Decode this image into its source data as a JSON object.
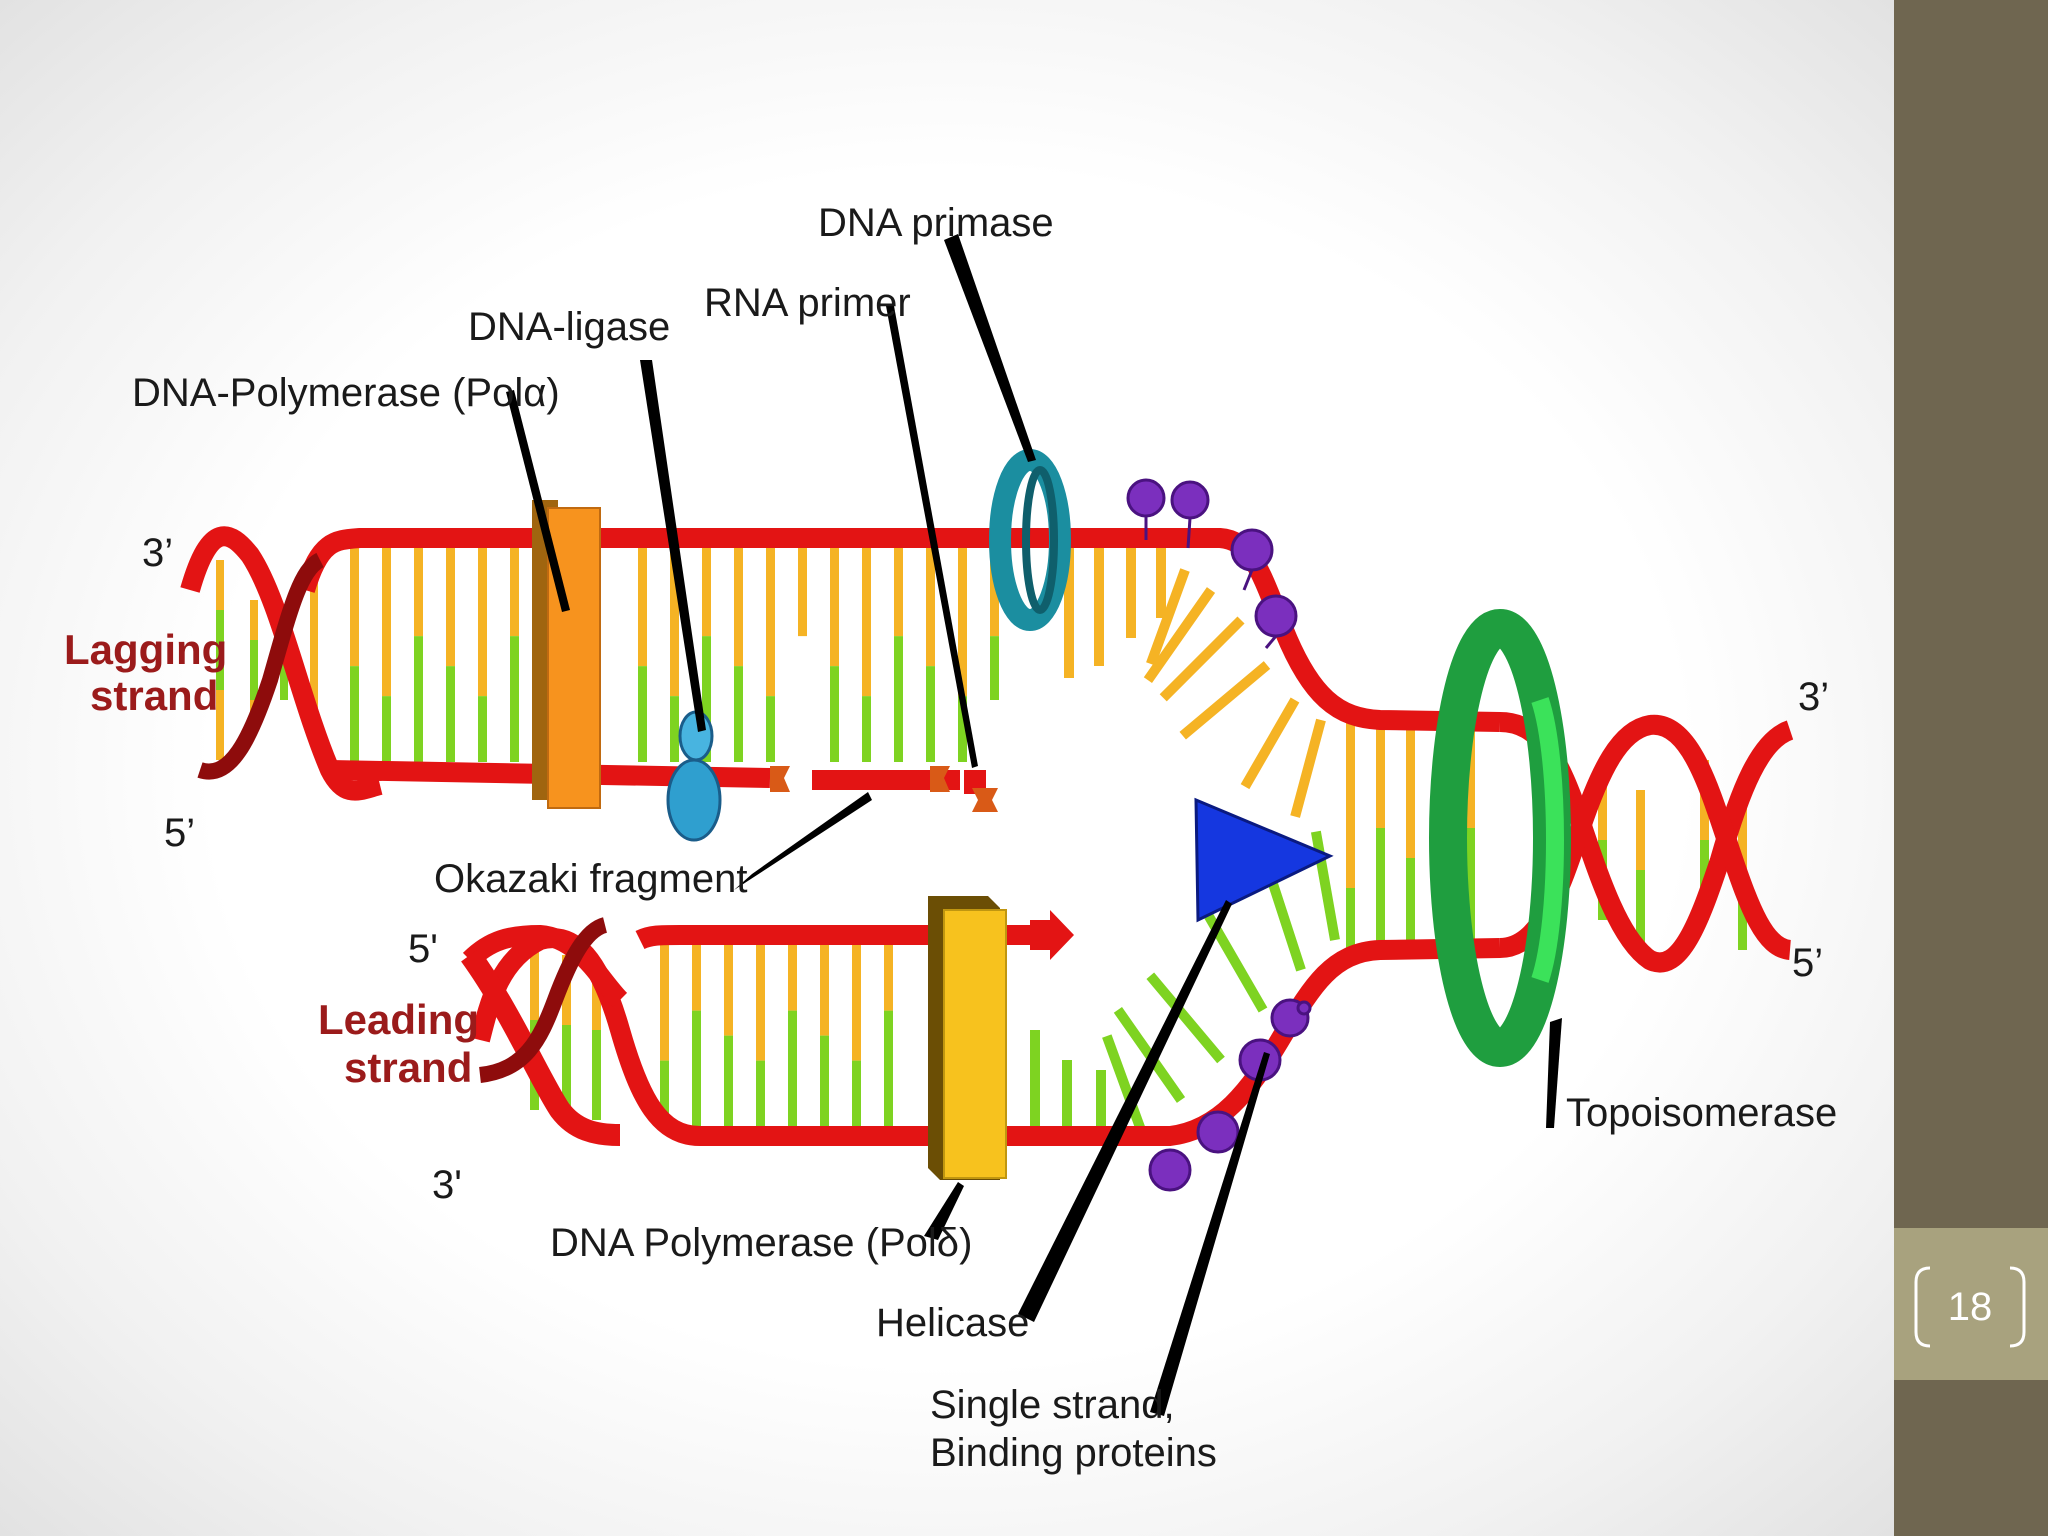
{
  "page": {
    "number": "18"
  },
  "colors": {
    "backbone": "#e31414",
    "backbone_dark": "#8e0c0c",
    "base_yellow": "#f5b324",
    "base_green": "#7ed321",
    "primase": "#1b8ea0",
    "topoisomerase": "#1f9e3f",
    "polymerase_alpha": "#f7931e",
    "polymerase_delta": "#f7c21e",
    "helicase": "#1537e0",
    "ssb": "#7b2fbe",
    "ligase": "#2f9fcf",
    "rna_primer": "#d95a17",
    "strand_label": "#9b1b1b",
    "sidebar": "#6f6650",
    "page_box": "#a8a27e"
  },
  "labels": {
    "primase": "DNA primase",
    "rna_primer": "RNA primer",
    "ligase": "DNA-ligase",
    "pol_alpha": "DNA-Polymerase (Polα)",
    "okazaki": "Okazaki fragment",
    "topo": "Topoisomerase",
    "pol_delta": "DNA Polymerase (Polδ)",
    "helicase": "Helicase",
    "ssb_line1": "Single strand,",
    "ssb_line2": "Binding proteins"
  },
  "strand_labels": {
    "lagging_1": "Lagging",
    "lagging_2": "strand",
    "leading_1": "Leading",
    "leading_2": "strand"
  },
  "ends": {
    "lag_3": "3’",
    "lag_5": "5’",
    "lead_5": "5'",
    "lead_3": "3'",
    "right_3": "3’",
    "right_5": "5’"
  }
}
